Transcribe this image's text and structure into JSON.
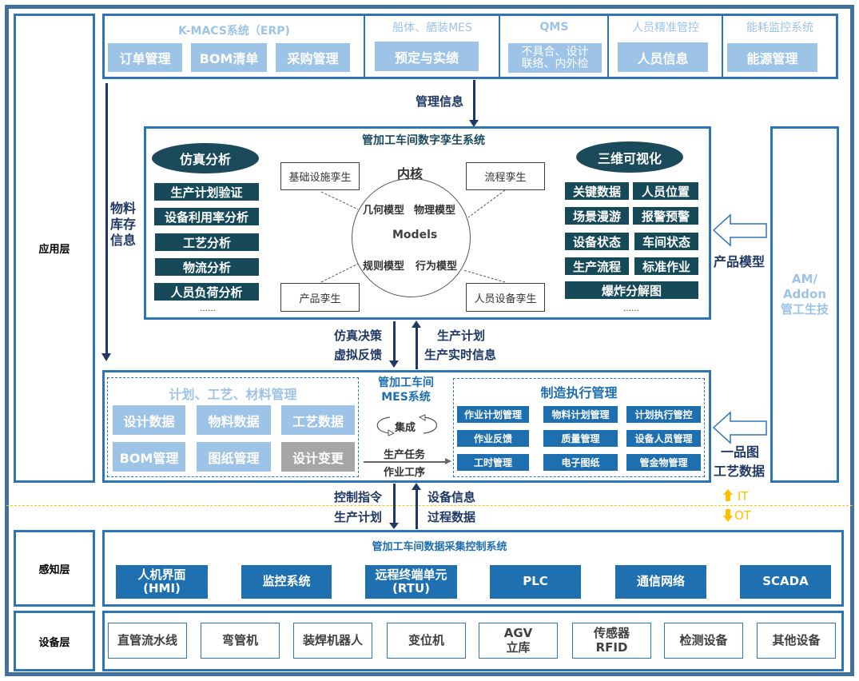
{
  "layers": {
    "application": "应用层",
    "perception": "感知层",
    "equipment": "设备层"
  },
  "top_systems": [
    {
      "title": "K-MACS系统（ERP)",
      "buttons": [
        "订单管理",
        "BOM清单",
        "采购管理"
      ]
    },
    {
      "title": "船体、舾装MES",
      "buttons": [
        "预定与实绩"
      ]
    },
    {
      "title": "QMS",
      "buttons": [
        "不具合、设计\n联络、内外检"
      ]
    },
    {
      "title": "人员精准管控",
      "buttons": [
        "人员信息"
      ]
    },
    {
      "title": "能耗监控系统",
      "buttons": [
        "能源管理"
      ]
    }
  ],
  "flows": {
    "management_info": "管理信息",
    "material_inventory": [
      "物料",
      "库存",
      "信息"
    ],
    "sim_decision": "仿真决策",
    "virtual_feedback": "虚拟反馈",
    "production_plan_up": "生产计划",
    "production_realtime": "生产实时信息",
    "product_model": "产品模型",
    "one_item_drawing": "一品图",
    "process_data": "工艺数据",
    "control_cmd": "控制指令",
    "production_plan_down": "生产计划",
    "equipment_info": "设备信息",
    "process_data_down": "过程数据",
    "it": "IT",
    "ot": "OT"
  },
  "twin_system": {
    "title": "管加工车间数字孪生系统",
    "simulation": {
      "title": "仿真分析",
      "items": [
        "生产计划验证",
        "设备利用率分析",
        "工艺分析",
        "物流分析",
        "人员负荷分析"
      ],
      "more": "……"
    },
    "core": {
      "title": "内核",
      "center": "Models",
      "models": [
        "几何模型",
        "物理模型",
        "规则模型",
        "行为模型"
      ]
    },
    "twins": [
      "基础设施孪生",
      "流程孪生",
      "产品孪生",
      "人员设备孪生"
    ],
    "visualization": {
      "title": "三维可视化",
      "items": [
        "关键数据",
        "人员位置",
        "场景漫游",
        "报警预警",
        "设备状态",
        "车间状态",
        "生产流程",
        "标准作业",
        "爆炸分解图"
      ],
      "more": "……"
    }
  },
  "addon": [
    "AM/",
    "Addon",
    "管工生技"
  ],
  "mes": {
    "title": [
      "管加工车间",
      "MES系统"
    ],
    "integration": "集成",
    "task": "生产任务",
    "procedure": "作业工序",
    "planning": {
      "title": "计划、工艺、材料管理",
      "items": [
        "设计数据",
        "物料数据",
        "工艺数据",
        "BOM管理",
        "图纸管理",
        "设计变更"
      ]
    },
    "execution": {
      "title": "制造执行管理",
      "items": [
        "作业计划管理",
        "物料计划管理",
        "计划执行管控",
        "作业反馈",
        "质量管理",
        "设备人员管理",
        "工时管理",
        "电子图纸",
        "管金物管理"
      ]
    }
  },
  "perception": {
    "title": "管加工车间数据采集控制系统",
    "items": [
      [
        "人机界面",
        "(HMI)"
      ],
      [
        "监控系统"
      ],
      [
        "远程终端单元",
        "(RTU)"
      ],
      [
        "PLC"
      ],
      [
        "通信网络"
      ],
      [
        "SCADA"
      ]
    ]
  },
  "equipment": {
    "items": [
      [
        "直管流水线"
      ],
      [
        "弯管机"
      ],
      [
        "装焊机器人"
      ],
      [
        "变位机"
      ],
      [
        "AGV",
        "立库"
      ],
      [
        "传感器",
        "RFID"
      ],
      [
        "检测设备"
      ],
      [
        "其他设备"
      ]
    ]
  },
  "colors": {
    "frame": "#44719c",
    "accent_blue": "#2e75b6",
    "light_blue": "#9dc3e6",
    "dark_teal": "#174a58",
    "navy": "#1f3864",
    "it_ot": "#ffc000"
  }
}
